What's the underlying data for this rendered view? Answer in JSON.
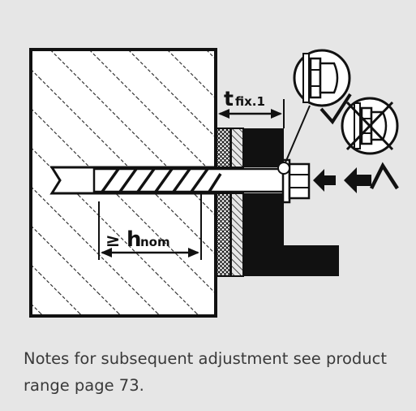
{
  "figure": {
    "dim_fix_main": "t",
    "dim_fix_sub": "fix.1",
    "dim_embed_symbol": "≥",
    "dim_embed_main": "h",
    "dim_embed_sub": "nom"
  },
  "caption": {
    "text": "Notes for subsequent adjustment see product range page 73."
  },
  "colors": {
    "background": "#e6e6e6",
    "ink": "#111111",
    "concrete_fill": "#ffffff",
    "caption_text": "#3a3a3a"
  }
}
